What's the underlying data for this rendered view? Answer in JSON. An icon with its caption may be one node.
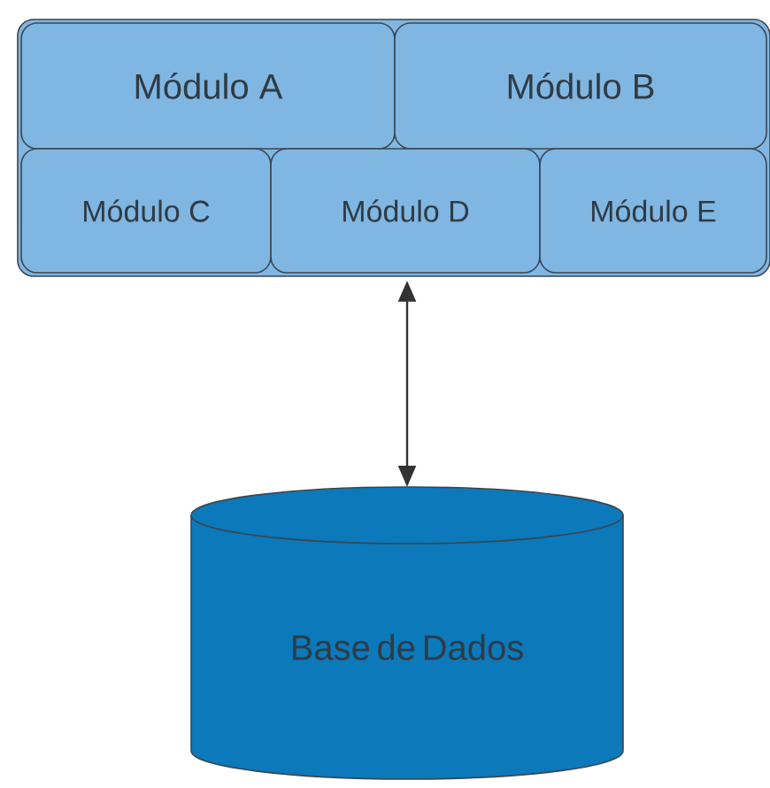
{
  "diagram": {
    "nodes": [
      {
        "text": [],
        "shape": "box"
      },
      {
        "text": [
          "Módulo A"
        ],
        "in": 0
      },
      {
        "text": [
          "Módulo B"
        ],
        "in": 0
      },
      {
        "text": [
          "Módulo C"
        ],
        "in": 0
      },
      {
        "text": [
          "Módulo D"
        ],
        "in": 0
      },
      {
        "text": [
          "Módulo E"
        ],
        "in": 0
      },
      {
        "text": [
          "Base de Dados"
        ]
      }
    ],
    "edges": [
      {
        "from": 0,
        "to": 6,
        "arrow": "both"
      }
    ]
  }
}
